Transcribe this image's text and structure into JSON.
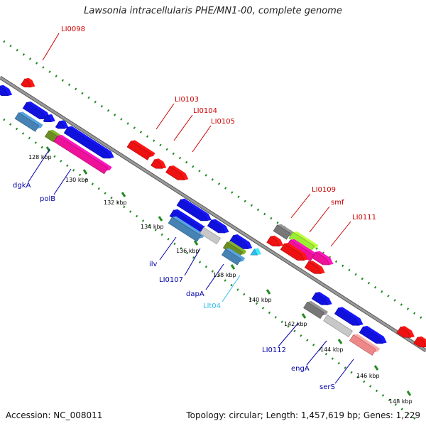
{
  "title": "Lawsonia intracellularis PHE/MN1-00, complete genome",
  "footer": {
    "accession": "Accession: NC_008011",
    "summary": "Topology: circular; Length: 1,457,619 bp; Genes: 1,229"
  },
  "scale_labels": [
    "128 kbp",
    "130 kbp",
    "132 kbp",
    "134 kbp",
    "136 kbp",
    "138 kbp",
    "140 kbp",
    "142 kbp",
    "144 kbp",
    "146 kbp",
    "148 kbp"
  ],
  "gene_labels": {
    "forward": [
      "LI0098",
      "LI0103",
      "LI0104",
      "LI0105",
      "LI0109",
      "smf",
      "LI0111"
    ],
    "reverse": [
      "dgkA",
      "polB",
      "ilv",
      "LI0107",
      "dapA",
      "Llt04",
      "LI0112",
      "engA",
      "serS"
    ]
  },
  "colors": {
    "forward_label": "#cc0000",
    "reverse_label": "#0000aa",
    "rna_label": "#33bbee",
    "backbone": "#8a8a8a",
    "ticks": "#228b22",
    "gene_red": "#ee1111",
    "gene_blue": "#1111dd",
    "gene_magenta": "#ee1199",
    "gene_steel": "#4682b4",
    "gene_gray": "#777777",
    "gene_silver": "#c8c8c8",
    "gene_olive": "#6b8e23",
    "gene_lime": "#99ee33",
    "gene_salmon": "#ee8888",
    "gene_cyan": "#33bbee"
  }
}
